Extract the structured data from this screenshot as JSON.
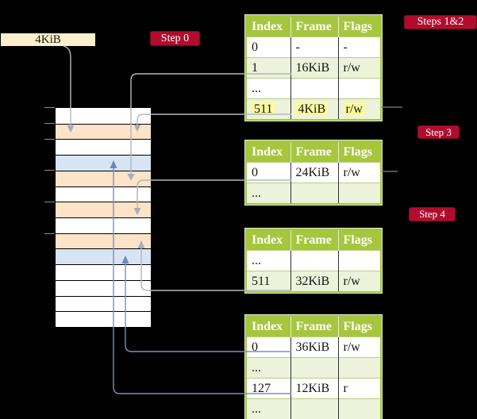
{
  "frame_size_label": "4KiB",
  "badges": {
    "step0": "Step 0",
    "steps12": "Steps 1&2",
    "step3": "Step 3",
    "step4": "Step 4"
  },
  "memory_map": {
    "rows": [
      {
        "color": "white"
      },
      {
        "color": "orange"
      },
      {
        "color": "white"
      },
      {
        "color": "blue"
      },
      {
        "color": "orange"
      },
      {
        "color": "white"
      },
      {
        "color": "orange"
      },
      {
        "color": "white"
      },
      {
        "color": "orange"
      },
      {
        "color": "blue"
      },
      {
        "color": "white"
      },
      {
        "color": "white"
      },
      {
        "color": "white"
      },
      {
        "color": "white"
      }
    ],
    "tick_rows": [
      0,
      1,
      2,
      4,
      6,
      8
    ]
  },
  "table_headers": [
    "Index",
    "Frame",
    "Flags"
  ],
  "page_tables": [
    {
      "name": "page-table-steps-1-2",
      "rows": [
        {
          "cells": [
            "0",
            "-",
            "-"
          ],
          "shaded": false,
          "highlight": false
        },
        {
          "cells": [
            "1",
            "16KiB",
            "r/w"
          ],
          "shaded": true,
          "highlight": false
        },
        {
          "cells": [
            "...",
            "",
            ""
          ],
          "shaded": false,
          "highlight": false
        },
        {
          "cells": [
            "511",
            "4KiB",
            "r/w"
          ],
          "shaded": true,
          "highlight": true
        }
      ]
    },
    {
      "name": "page-table-step-3",
      "rows": [
        {
          "cells": [
            "0",
            "24KiB",
            "r/w"
          ],
          "shaded": false,
          "highlight": false
        },
        {
          "cells": [
            "...",
            "",
            ""
          ],
          "shaded": true,
          "highlight": false
        }
      ]
    },
    {
      "name": "page-table-step-4",
      "rows": [
        {
          "cells": [
            "...",
            "",
            ""
          ],
          "shaded": false,
          "highlight": false
        },
        {
          "cells": [
            "511",
            "32KiB",
            "r/w"
          ],
          "shaded": true,
          "highlight": false
        }
      ]
    },
    {
      "name": "page-table-final",
      "rows": [
        {
          "cells": [
            "0",
            "36KiB",
            "r/w"
          ],
          "shaded": false,
          "highlight": false
        },
        {
          "cells": [
            "...",
            "",
            ""
          ],
          "shaded": true,
          "highlight": false
        },
        {
          "cells": [
            "127",
            "12KiB",
            "r"
          ],
          "shaded": false,
          "highlight": false
        },
        {
          "cells": [
            "...",
            "",
            ""
          ],
          "shaded": true,
          "highlight": false
        }
      ]
    }
  ],
  "connectors": [
    {
      "from": "4KiB frame label",
      "to": "memory frame row 2",
      "color": "gray"
    },
    {
      "from": "table steps-1-2 index 1 (16KiB)",
      "to": "memory frame row 5",
      "color": "gray"
    },
    {
      "from": "table steps-1-2 index 511 (4KiB)",
      "to": "memory frame row 2",
      "color": "gray"
    },
    {
      "from": "table step-3 index 0 (24KiB)",
      "to": "memory frame row 7",
      "color": "gray"
    },
    {
      "from": "table step-4 index 511 (32KiB)",
      "to": "memory frame row 9",
      "color": "gray"
    },
    {
      "from": "table final index 0 (36KiB)",
      "to": "memory frame row 10",
      "color": "blue"
    },
    {
      "from": "table final index 127 (12KiB)",
      "to": "memory frame row 4",
      "color": "blue"
    }
  ],
  "colors": {
    "badge_red": "#b00d2e",
    "table_header_green": "#a5c63d",
    "table_row_green": "#edf2da",
    "highlight_yellow": "#fcfa9d",
    "memory_orange": "#fde3c8",
    "memory_blue": "#d7e4f3",
    "frame_label_cream": "#fbf0cb",
    "gray_connector": "#b3b7bd",
    "blue_connector": "#7792bf"
  }
}
